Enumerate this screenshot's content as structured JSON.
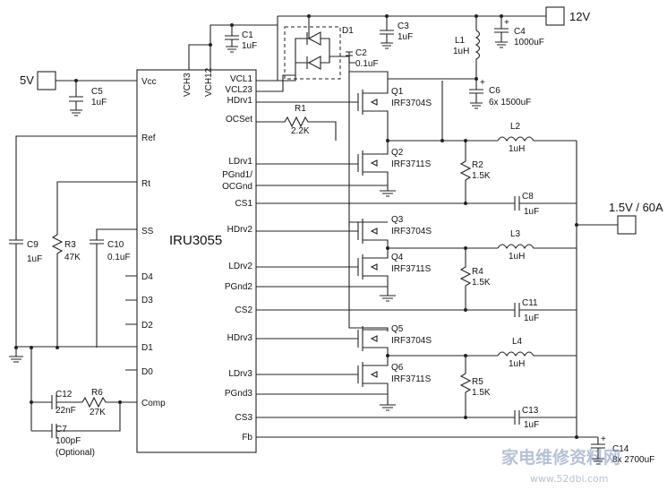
{
  "ic": {
    "name": "IRU3055"
  },
  "pins_left": [
    "Vcc",
    "Ref",
    "Rt",
    "SS",
    "D4",
    "D3",
    "D2",
    "D1",
    "D0",
    "Comp"
  ],
  "pins_top": [
    "VCH3",
    "VCH12"
  ],
  "pins_right": [
    "VCL1",
    "VCL23",
    "HDrv1",
    "OCSet",
    "LDrv1",
    "PGnd1/",
    "OCGnd",
    "CS1",
    "HDrv2",
    "LDrv2",
    "PGnd2",
    "CS2",
    "HDrv3",
    "LDrv3",
    "PGnd3",
    "CS3",
    "Fb"
  ],
  "rails": {
    "v5": "5V",
    "v12": "12V",
    "out": "1.5V / 60A"
  },
  "comps": {
    "c1n": "C1",
    "c1v": "1uF",
    "c2n": "C2",
    "c2v": "0.1uF",
    "c3n": "C3",
    "c3v": "1uF",
    "c4n": "C4",
    "c4v": "1000uF",
    "c5n": "C5",
    "c5v": "1uF",
    "c6n": "C6",
    "c6v": "6x 1500uF",
    "d1n": "D1",
    "l1n": "L1",
    "l1v": "1uH",
    "q1n": "Q1",
    "q1v": "IRF3704S",
    "q2n": "Q2",
    "q2v": "IRF3711S",
    "q3n": "Q3",
    "q3v": "IRF3704S",
    "q4n": "Q4",
    "q4v": "IRF3711S",
    "q5n": "Q5",
    "q5v": "IRF3704S",
    "q6n": "Q6",
    "q6v": "IRF3711S",
    "r1n": "R1",
    "r1v": "2.2K",
    "l2n": "L2",
    "l2v": "1uH",
    "r2n": "R2",
    "r2v": "1.5K",
    "c8n": "C8",
    "c8v": "1uF",
    "l3n": "L3",
    "l3v": "1uH",
    "r4n": "R4",
    "r4v": "1.5K",
    "c11n": "C11",
    "c11v": "1uF",
    "l4n": "L4",
    "l4v": "1uH",
    "r5n": "R5",
    "r5v": "1.5K",
    "c13n": "C13",
    "c13v": "1uF",
    "c14n": "C14",
    "c14v": "8x 2700uF",
    "c9n": "C9",
    "c9v": "1uF",
    "r3n": "R3",
    "r3v": "47K",
    "c10n": "C10",
    "c10v": "0.1uF",
    "c12n": "C12",
    "c12v": "22nF",
    "r6n": "R6",
    "r6v": "27K",
    "c7n": "C7",
    "c7v": "100pF",
    "c7o": "(Optional)"
  },
  "watermark": {
    "cn": "家电维修资料网",
    "url": "www.52dbi.com"
  }
}
